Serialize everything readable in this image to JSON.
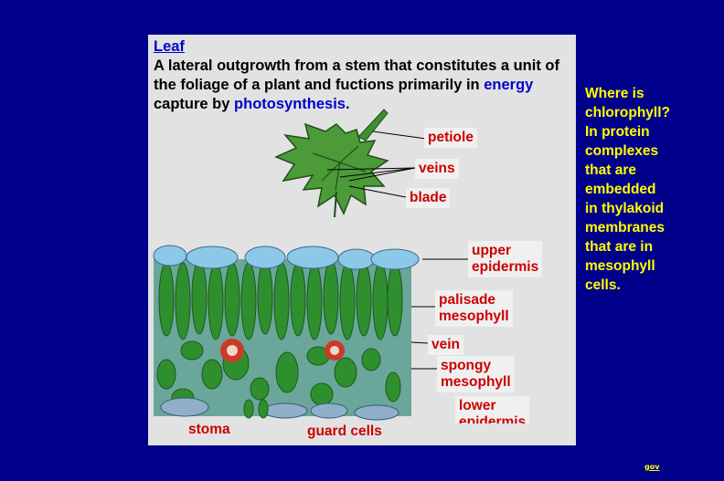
{
  "heading": {
    "term": "Leaf",
    "def_part1": "A lateral outgrowth from a stem that constitutes a unit of the foliage of a plant and fuctions primarily in ",
    "def_energy": "energy",
    "def_mid": " capture by ",
    "def_photosynthesis": "photosynthesis.",
    "def_end": ""
  },
  "labels": {
    "petiole": "petiole",
    "veins": "veins",
    "blade": "blade",
    "upper_epidermis_1": "upper",
    "upper_epidermis_2": "epidermis",
    "palisade_1": "palisade",
    "palisade_2": "mesophyll",
    "vein": "vein",
    "spongy_1": "spongy",
    "spongy_2": "mesophyll",
    "lower_epidermis_1": "lower",
    "lower_epidermis_2": "epidermis",
    "stoma": "stoma",
    "guard_cells": "guard cells"
  },
  "side_note": {
    "lines": [
      "Where is",
      "chlorophyll?",
      "In protein",
      "complexes",
      "that are",
      "embedded",
      "in thylakoid",
      "membranes",
      "that are in",
      "mesophyll",
      "cells."
    ]
  },
  "corner_link": "gov",
  "colors": {
    "background": "#00008b",
    "panel": "#e2e2e2",
    "label_red": "#cc0000",
    "note_yellow": "#ffff00",
    "leaf_green": "#3f8f2f"
  }
}
